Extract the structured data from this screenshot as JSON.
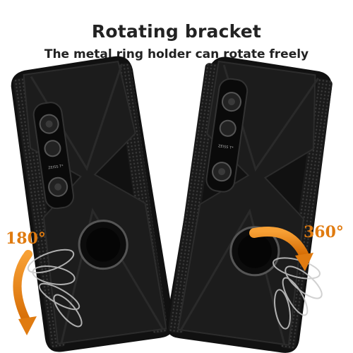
{
  "heading": {
    "title": "Rotating bracket",
    "subtitle": "The metal ring holder can rotate freely"
  },
  "labels": {
    "left_angle": "180°",
    "right_angle": "360°",
    "camera_brand": "ZEISS T*"
  },
  "colors": {
    "case": "#141414",
    "arrow": "#f08a12",
    "text": "#222222"
  }
}
